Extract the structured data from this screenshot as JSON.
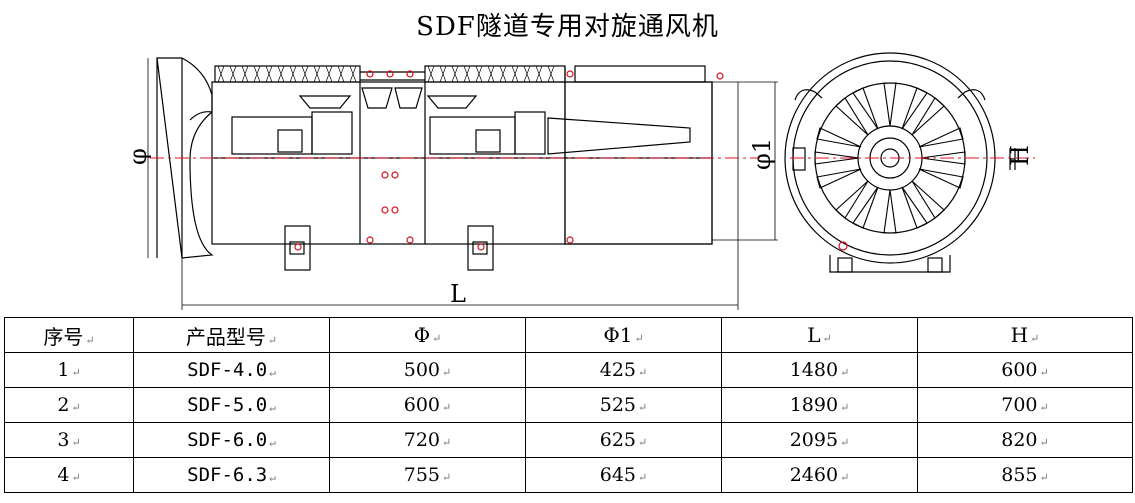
{
  "title": "SDF隧道专用对旋通风机",
  "drawing": {
    "phi_label": "φ",
    "phi1_label": "φ1",
    "length_label": "L",
    "height_label": "H",
    "line_color": "#000000",
    "centerline_color": "#e0141e",
    "bolt_color": "#d0121c"
  },
  "paragraph_mark": "↵",
  "table": {
    "headers": [
      "序号",
      "产品型号",
      "Φ",
      "Φ1",
      "L",
      "H"
    ],
    "rows": [
      [
        "1",
        "SDF-4.0",
        "500",
        "425",
        "1480",
        "600"
      ],
      [
        "2",
        "SDF-5.0",
        "600",
        "525",
        "1890",
        "700"
      ],
      [
        "3",
        "SDF-6.0",
        "720",
        "625",
        "2095",
        "820"
      ],
      [
        "4",
        "SDF-6.3",
        "755",
        "645",
        "2460",
        "855"
      ]
    ]
  }
}
